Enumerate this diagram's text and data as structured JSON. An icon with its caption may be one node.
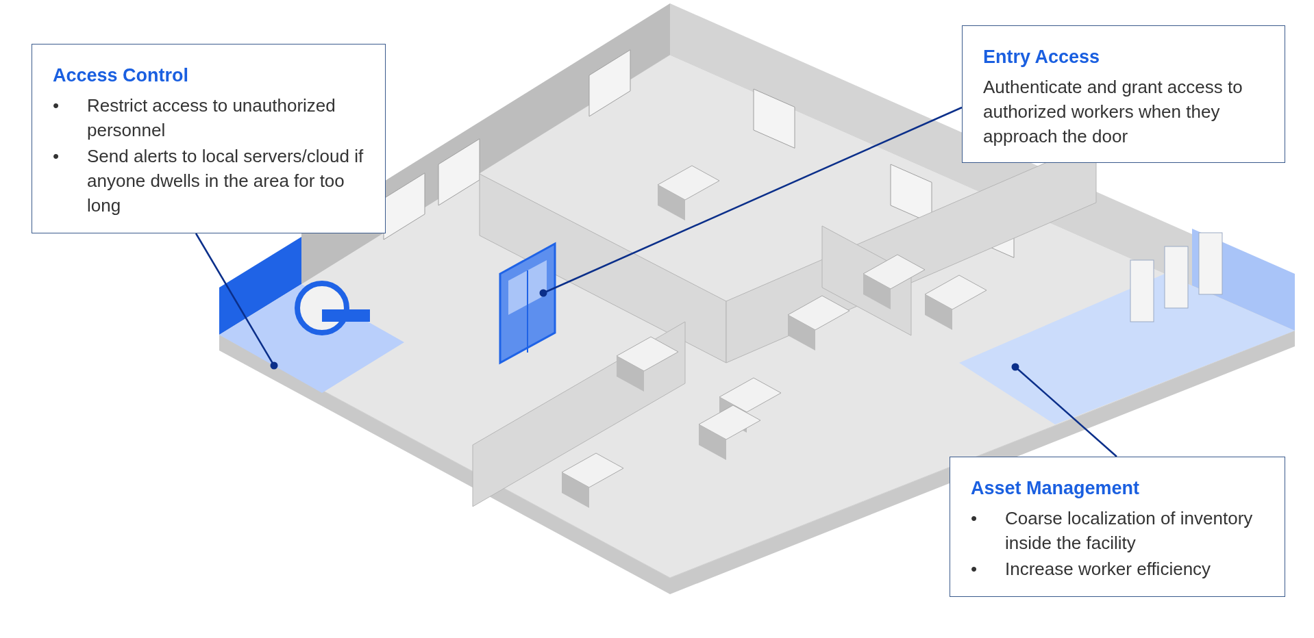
{
  "diagram": {
    "nodes": [
      {
        "text": [
          "Access Control",
          "•\tRestrict access to unauthorized personnel",
          "•\tSend alerts to local servers/cloud if anyone dwells in the area for too long"
        ]
      },
      {
        "text": [
          "Entry Access",
          "Authenticate and grant access to authorized workers when they approach the door"
        ]
      },
      {
        "text": [
          "Asset Management",
          "•\tCoarse localization of inventory inside the facility",
          "•\tIncrease worker efficiency"
        ]
      },
      {
        "text": [],
        "shape": "picture"
      },
      {
        "text": [],
        "shape": "picture"
      },
      {
        "text": [],
        "shape": "picture"
      }
    ],
    "edges": [
      {
        "from": 0,
        "to": 3,
        "arrow": "other"
      },
      {
        "from": 1,
        "to": 4,
        "arrow": "other"
      },
      {
        "from": 2,
        "to": 5,
        "arrow": "other"
      }
    ]
  }
}
